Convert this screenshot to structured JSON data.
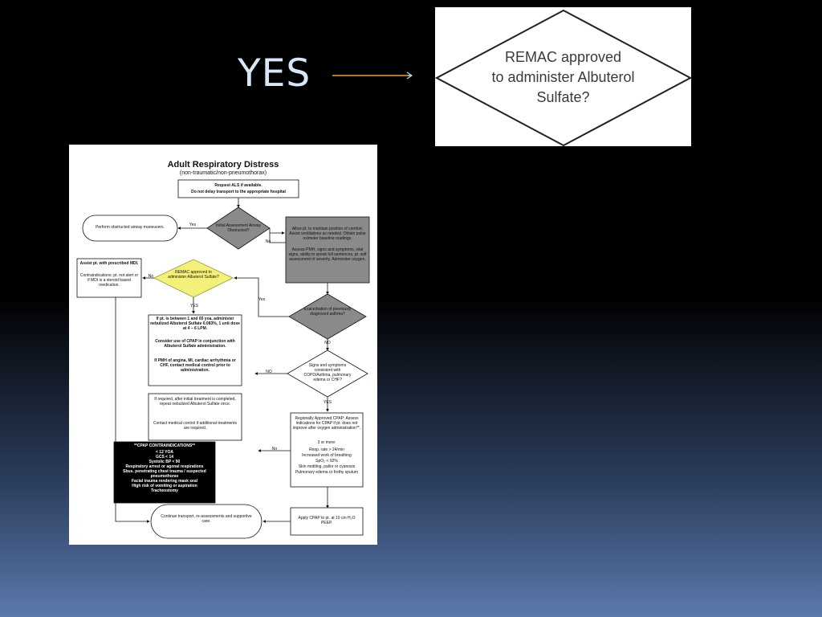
{
  "slide": {
    "yes_label": "YES",
    "remac": {
      "line1": "REMAC approved",
      "line2": "to administer Albuterol",
      "line3": "Sulfate?"
    }
  },
  "flowchart": {
    "title": "Adult Respiratory Distress",
    "subtitle": "(non-traumatic/non-pneumothorax)",
    "request_als": "Request ALS if available.",
    "do_not_delay": "Do not delay transport to the appropriate hospital",
    "initial_assessment": "Initial Assessment Airway Obstructed?",
    "obstructed_airway": "Perform obstructed airway maneuvers.",
    "yes": "Yes",
    "no": "No",
    "YES": "YES",
    "NO": "NO",
    "allow_position": "Allow pt. to maintain position of comfort. Assist ventilations as needed. Obtain pulse oximeter baseline readings.",
    "assess_history": "Assess PMH, signs and symptoms, vital signs, ability to speak full sentences, pt. self assessment of severity. Administer oxygen.",
    "assist_pt": "Assist pt. with prescribed MDI.",
    "contraindications": "Contraindications: pt. not alert or if MDI is a steroid based medication.",
    "remac_small": "REMAC approved to administer Albuterol Sulfate?",
    "exacerbation": "Exacerbation of previously diagnosed asthma?",
    "albuterol": "If pt. is between 1 and 65 yoa, administer nebulized Albuterol Sulfate 0.083%, 1 unit dose at 4 – 6 LPM.",
    "consider_cpap": "Consider use of CPAP in conjunction with Albuterol Sulfate administration.",
    "if_pmh": "If PMH of angina, MI, cardiac arrhythmia or CHF, contact medical control prior to administration.",
    "signs_symptoms": "Signs and symptoms consistent with COPD/Asthma, pulmonary edema or CHF?",
    "repeat": "If required, after initial treatment is completed, repeat nebulized Albuterol Sulfate once.",
    "contact_control": "Contact medical control if additional treatments are required.",
    "cpap_criteria": "Regionally Approved CPAP: Assess indications for CPAP if pt. does not improve after oxygen administration**.",
    "three_or_more": "3 or more:",
    "resp_rate": "Resp. rate > 24/min",
    "work_breathing": "Increased work of breathing",
    "spo2": "SpO₂ < 92%",
    "skin": "Skin mottling, pallor or cyanosis",
    "edema": "Pulmonary edema or frothy sputum",
    "cpap_contra_title": "**CPAP CONTRAINDICATIONS**",
    "cpap_contra": [
      "< 12 YOA",
      "GCS < 14",
      "Systolic BP < 90",
      "Respiratory arrest or agonal respirations",
      "Sbus. penetrating chest trauma / suspected pneumothorax",
      "Facial trauma rendering mask seal",
      "High risk of vomiting or aspiration",
      "Tracheostomy"
    ],
    "continue": "Continue transport, re-assessments and supportive care.",
    "apply_cpap": "Apply CPAP to pt. at 10 cm H₂O PEEP."
  },
  "colors": {
    "yes_text": "#d7e7f7",
    "arrow": "#e8a030",
    "decision_gray": "#8a8a8a",
    "decision_yellow": "#f4f07c"
  }
}
